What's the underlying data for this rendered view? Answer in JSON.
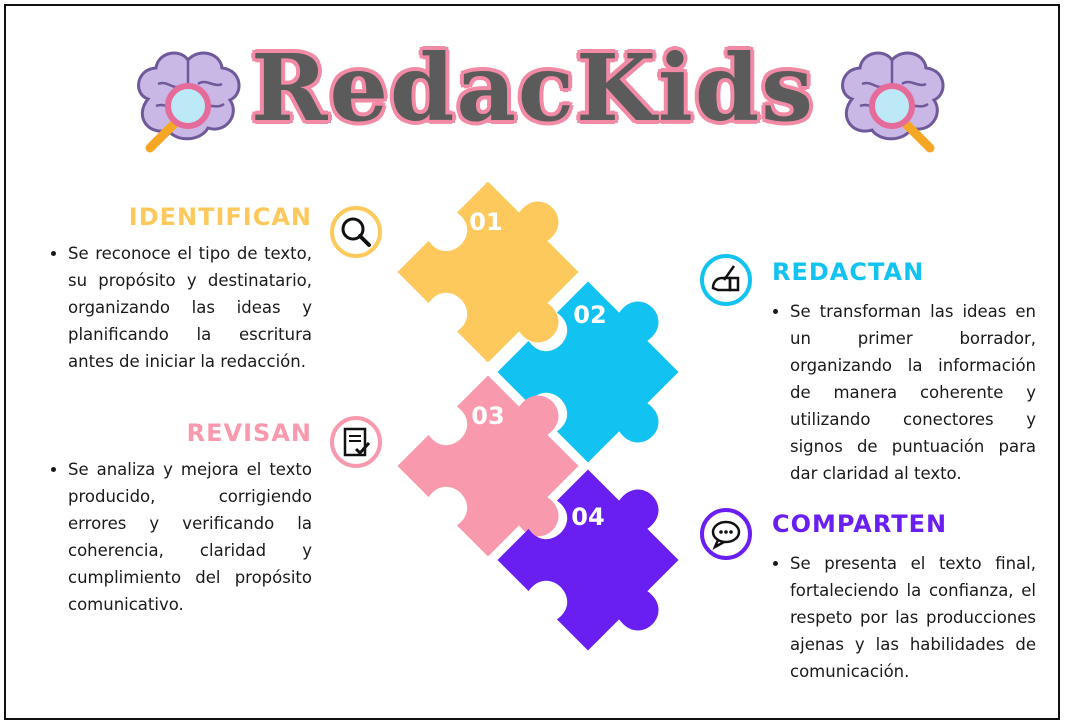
{
  "title": "RedacKids",
  "colors": {
    "yellow": "#fdc95c",
    "blue": "#12c3f1",
    "pink": "#f999ad",
    "purple": "#6a1ff2",
    "title_gray": "#5b5b5b",
    "title_outline": "#f28aa6"
  },
  "pieces": [
    {
      "number": "01",
      "color": "#fdc95c"
    },
    {
      "number": "02",
      "color": "#12c3f1"
    },
    {
      "number": "03",
      "color": "#f999ad"
    },
    {
      "number": "04",
      "color": "#6a1ff2"
    }
  ],
  "steps": {
    "identifican": {
      "heading": "IDENTIFICAN",
      "icon": "magnifier-icon",
      "text": "Se reconoce el tipo de texto, su propósito y destinatario, organizando las ideas y planificando la escritura antes de iniciar la redacción."
    },
    "redactan": {
      "heading": "REDACTAN",
      "icon": "hand-writing-icon",
      "text": "Se transforman las ideas en un primer borrador, organizando la información de manera coherente y utilizando conectores y signos de puntuación para dar claridad al texto."
    },
    "revisan": {
      "heading": "REVISAN",
      "icon": "checklist-icon",
      "text": "Se analiza y mejora el texto producido, corrigiendo errores y verificando la coherencia, claridad y cumplimiento del propósito comunicativo."
    },
    "comparten": {
      "heading": "COMPARTEN",
      "icon": "speech-bubbles-icon",
      "text": "Se presenta el texto final, fortaleciendo la confianza, el respeto por las producciones ajenas y las habilidades de comunicación."
    }
  }
}
